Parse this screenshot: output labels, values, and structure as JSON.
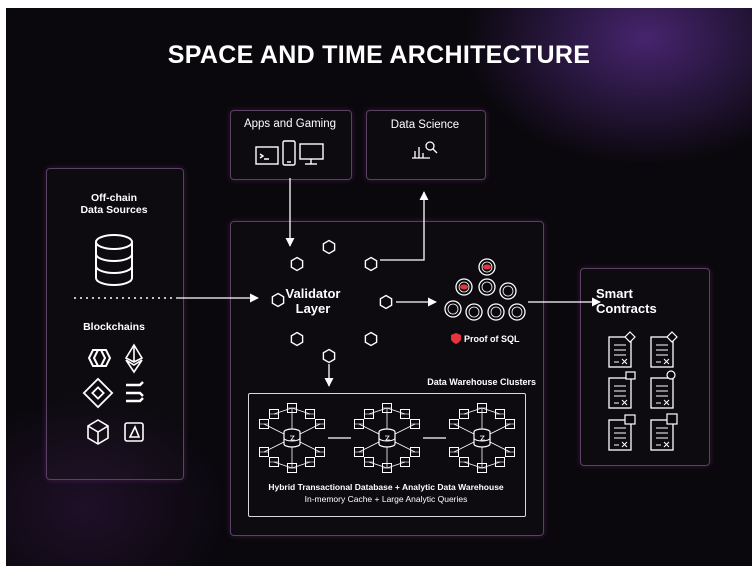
{
  "title": "SPACE AND TIME ARCHITECTURE",
  "panels": {
    "offchain": "Off-chain\nData Sources",
    "blockchains": "Blockchains",
    "apps": "Apps and Gaming",
    "data_science": "Data Science",
    "validator": "Validator\nLayer",
    "proof": "Proof of SQL",
    "warehouse_clusters": "Data Warehouse Clusters",
    "hybrid": "Hybrid Transactional Database + Analytic Data Warehouse",
    "inmemory": "In-memory Cache + Large Analytic Queries",
    "smart_contracts": "Smart\nContracts"
  },
  "colors": {
    "background": "#0a080d",
    "panel_border": "#5b4163",
    "accent_red": "#e8343f",
    "line": "#ffffff"
  }
}
